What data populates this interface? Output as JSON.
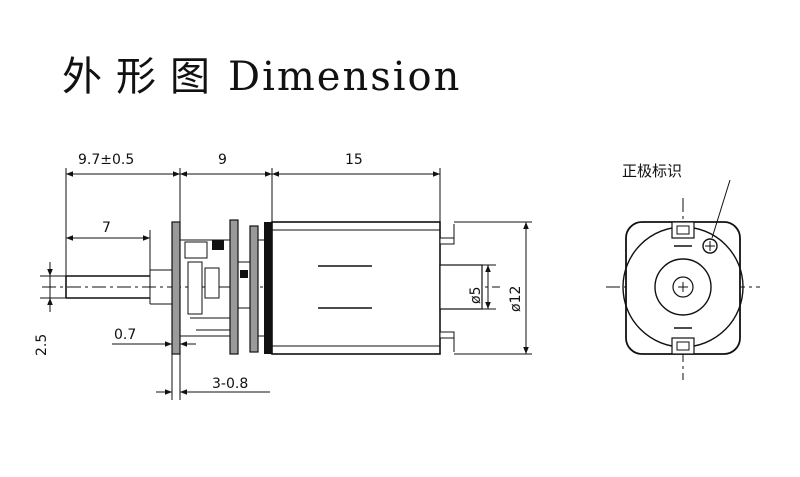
{
  "title": {
    "cn": "外形图",
    "en": "Dimension"
  },
  "side_view": {
    "dim_length_front": "9.7±0.5",
    "dim_gearbox": "9",
    "dim_motor": "15",
    "dim_shaft_flat": "7",
    "dim_shaft_dia": "2.5",
    "dim_plate": "0.7",
    "dim_plates": "3-0.8",
    "dim_boss_dia": "ø5",
    "dim_body_dia": "ø12"
  },
  "end_view": {
    "label_polarity": "正极标识",
    "plus_symbol": "+"
  },
  "colors": {
    "ink": "#111111",
    "shade": "#9a9a9a",
    "paper": "#ffffff"
  }
}
